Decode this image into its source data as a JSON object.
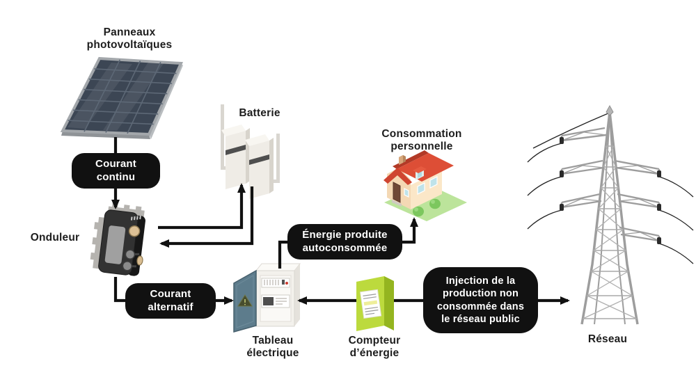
{
  "background": "#ffffff",
  "nodes": {
    "panels": {
      "label": "Panneaux\nphotovoltaïques"
    },
    "battery": {
      "label": "Batterie"
    },
    "consumption": {
      "label": "Consommation\npersonnelle"
    },
    "inverter": {
      "label": "Onduleur"
    },
    "switchboard": {
      "label": "Tableau\nélectrique"
    },
    "meter": {
      "label": "Compteur\nd’énergie"
    },
    "grid": {
      "label": "Réseau"
    }
  },
  "flow_labels": {
    "dc": {
      "label": "Courant\ncontinu"
    },
    "ac": {
      "label": "Courant\nalternatif"
    },
    "self_consumed": {
      "label": "Énergie produite\nautoconsommée"
    },
    "injection": {
      "label": "Injection de la\nproduction non\nconsommée dans\nle réseau public"
    }
  },
  "colors": {
    "pill_bg": "#111111",
    "pill_text": "#ffffff",
    "arrow": "#111111",
    "panel_cell": "#3c4654",
    "panel_frame": "#a3a7ab",
    "battery_body": "#efece6",
    "meter_green": "#bcda3d",
    "roof_red": "#dd4e36",
    "lawn_green": "#bce49b",
    "door_blue_gray": "#5d7c8c",
    "tower_gray": "#9d9d9d"
  }
}
